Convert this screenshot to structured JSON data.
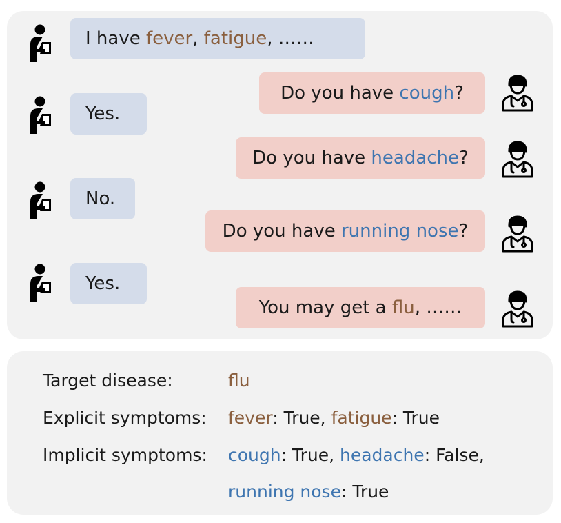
{
  "chat": {
    "messages": [
      {
        "role": "patient",
        "parts": [
          {
            "text": "I have ",
            "color": "plain"
          },
          {
            "text": "fever",
            "color": "brown"
          },
          {
            "text": ", ",
            "color": "plain"
          },
          {
            "text": "fatigue",
            "color": "brown"
          },
          {
            "text": ", ……",
            "color": "plain"
          }
        ]
      },
      {
        "role": "doctor",
        "parts": [
          {
            "text": "Do you have ",
            "color": "plain"
          },
          {
            "text": "cough",
            "color": "blue"
          },
          {
            "text": "?",
            "color": "plain"
          }
        ]
      },
      {
        "role": "patient",
        "parts": [
          {
            "text": "Yes.",
            "color": "plain"
          }
        ]
      },
      {
        "role": "doctor",
        "parts": [
          {
            "text": "Do you have ",
            "color": "plain"
          },
          {
            "text": "headache",
            "color": "blue"
          },
          {
            "text": "?",
            "color": "plain"
          }
        ]
      },
      {
        "role": "patient",
        "parts": [
          {
            "text": "No.",
            "color": "plain"
          }
        ]
      },
      {
        "role": "doctor",
        "parts": [
          {
            "text": "Do you have ",
            "color": "plain"
          },
          {
            "text": "running nose",
            "color": "blue"
          },
          {
            "text": "?",
            "color": "plain"
          }
        ]
      },
      {
        "role": "patient",
        "parts": [
          {
            "text": "Yes.",
            "color": "plain"
          }
        ]
      },
      {
        "role": "doctor",
        "parts": [
          {
            "text": "You may get a ",
            "color": "plain"
          },
          {
            "text": "flu",
            "color": "brown"
          },
          {
            "text": ", ……",
            "color": "plain"
          }
        ]
      }
    ]
  },
  "info": {
    "target_label": "Target disease:",
    "target_value": [
      {
        "text": "flu",
        "color": "brown"
      }
    ],
    "explicit_label": "Explicit symptoms:",
    "explicit_value": [
      {
        "text": "fever",
        "color": "brown"
      },
      {
        "text": ": True, ",
        "color": "plain"
      },
      {
        "text": "fatigue",
        "color": "brown"
      },
      {
        "text": ": True",
        "color": "plain"
      }
    ],
    "implicit_label": "Implicit symptoms:",
    "implicit_value_line1": [
      {
        "text": "cough",
        "color": "blue"
      },
      {
        "text": ": True, ",
        "color": "plain"
      },
      {
        "text": "headache",
        "color": "blue"
      },
      {
        "text": ": False,",
        "color": "plain"
      }
    ],
    "implicit_value_line2": [
      {
        "text": "running nose",
        "color": "blue"
      },
      {
        "text": ": True",
        "color": "plain"
      }
    ]
  },
  "colors": {
    "brown": "#8a5f3e",
    "blue": "#3e75b0",
    "patient_bubble": "#d4dcea",
    "doctor_bubble": "#f2cfc9",
    "panel": "#f2f2f2"
  },
  "icons": {
    "patient": "patient-icon",
    "doctor": "doctor-icon"
  }
}
